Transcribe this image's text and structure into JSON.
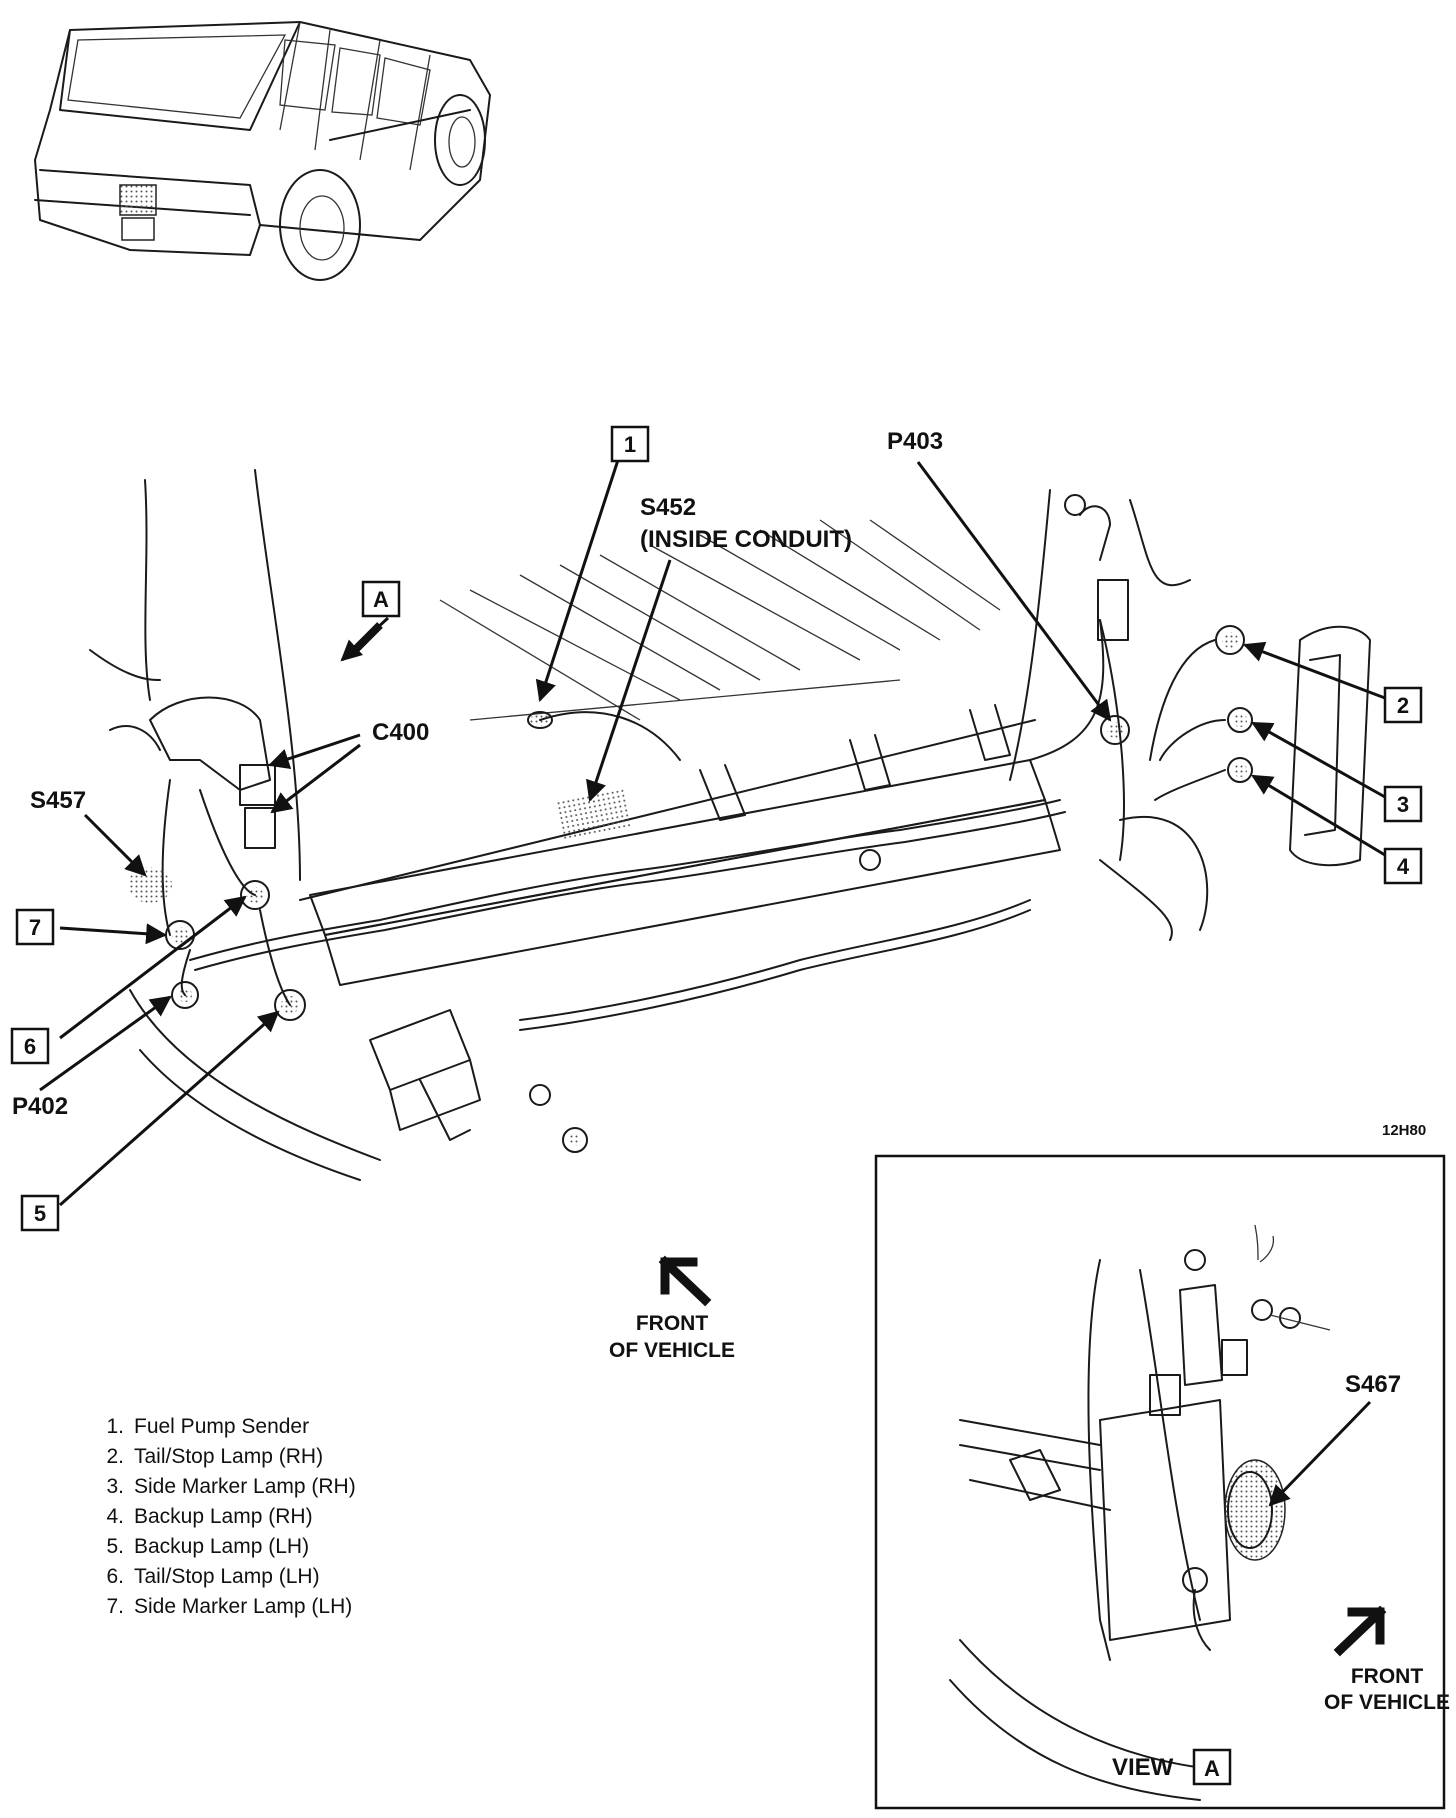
{
  "callouts": {
    "c1": "1",
    "c2": "2",
    "c3": "3",
    "c4": "4",
    "c5": "5",
    "c6": "6",
    "c7": "7",
    "view_a": "A",
    "view_a_inset": "A"
  },
  "labels": {
    "p403": "P403",
    "s452_line1": "S452",
    "s452_line2": "(INSIDE CONDUIT)",
    "c400": "C400",
    "s457": "S457",
    "p402": "P402",
    "s467": "S467",
    "figure_code": "12H80",
    "front_line1": "FRONT",
    "front_line2": "OF VEHICLE",
    "inset_front_line1": "FRONT",
    "inset_front_line2": "OF VEHICLE",
    "view": "VIEW"
  },
  "legend": [
    {
      "num": "1.",
      "text": "Fuel Pump Sender"
    },
    {
      "num": "2.",
      "text": "Tail/Stop Lamp (RH)"
    },
    {
      "num": "3.",
      "text": "Side Marker Lamp (RH)"
    },
    {
      "num": "4.",
      "text": "Backup Lamp (RH)"
    },
    {
      "num": "5.",
      "text": "Backup Lamp (LH)"
    },
    {
      "num": "6.",
      "text": "Tail/Stop Lamp (LH)"
    },
    {
      "num": "7.",
      "text": "Side Marker Lamp (LH)"
    }
  ]
}
